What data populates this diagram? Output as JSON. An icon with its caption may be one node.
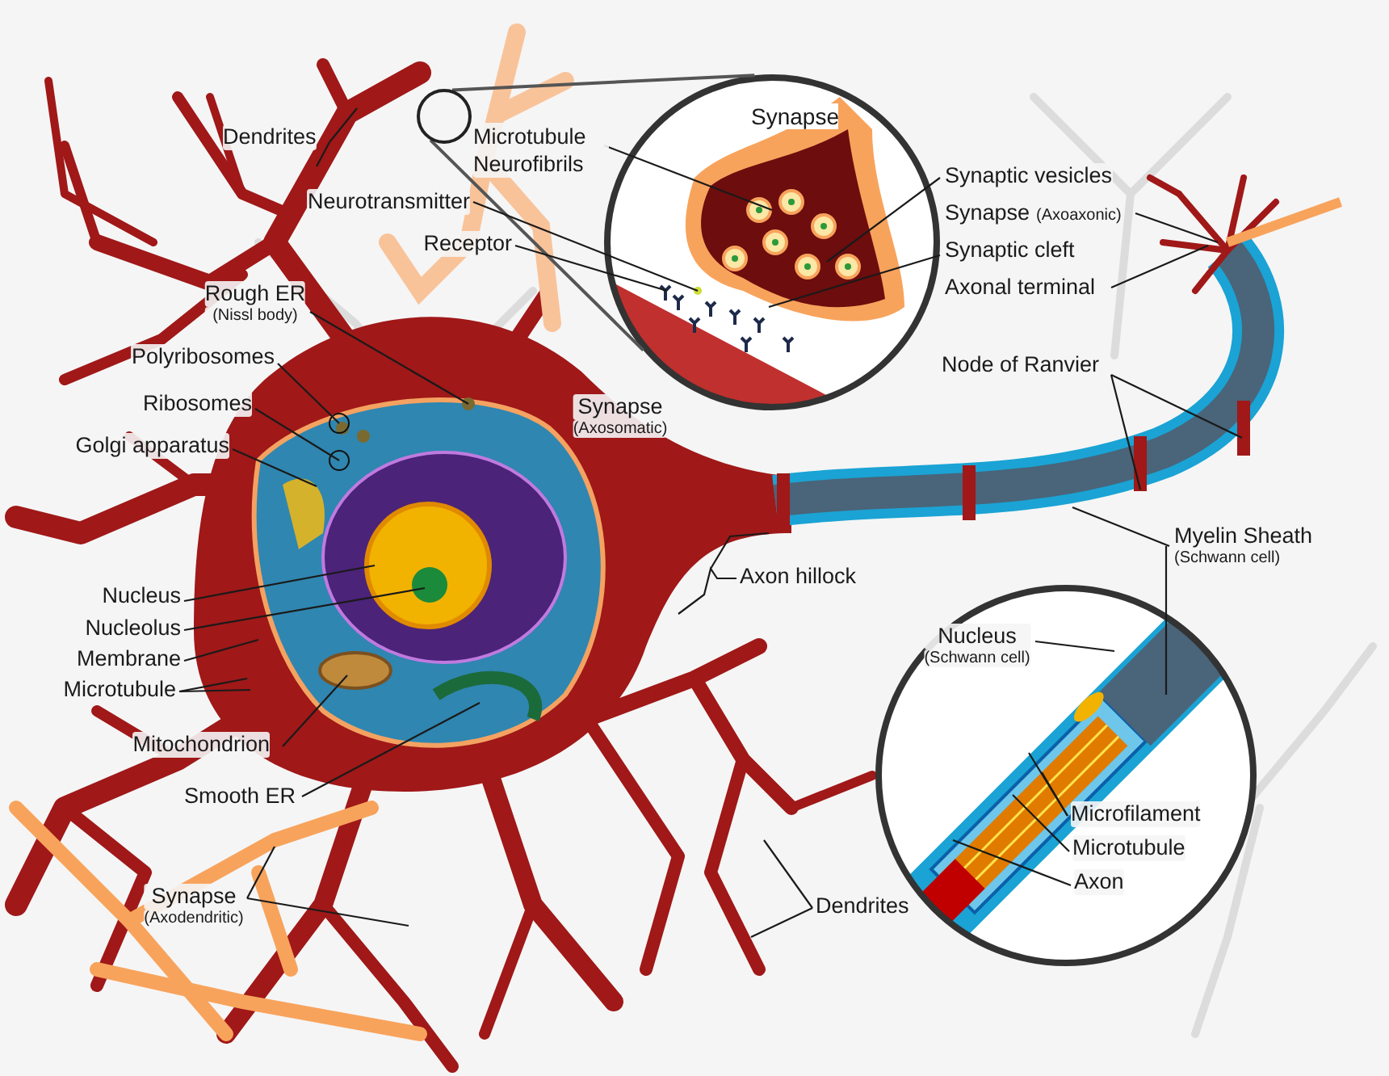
{
  "diagram": {
    "nodes": [
      {
        "text": [],
        "shape": "circle"
      },
      {
        "text": [
          "Dendrites"
        ]
      },
      {
        "text": [
          "Microtubule Neurofibrils"
        ]
      },
      {
        "text": [
          "Neurotransmitter"
        ]
      },
      {
        "text": [
          "Receptor"
        ]
      },
      {
        "text": [
          "Synaptic vesicles"
        ]
      },
      {
        "text": [
          "Synapse",
          "(Axoaxonic)"
        ]
      },
      {
        "text": [
          "Synaptic cleft"
        ]
      },
      {
        "text": [
          "Axonal terminal"
        ]
      },
      {
        "text": [
          "Rough ER",
          "(Nissl body)"
        ]
      },
      {
        "text": [
          "Polyribosomes"
        ]
      },
      {
        "text": [
          "Ribosomes"
        ]
      },
      {
        "text": [
          "Golgi apparatus"
        ]
      },
      {
        "text": [
          "Node of Ranvier"
        ]
      },
      {
        "text": [
          "Myelin Sheath",
          "(Schwann cell)"
        ]
      },
      {
        "text": [
          "Axon hillock"
        ]
      },
      {
        "text": [
          "Nucleus"
        ]
      },
      {
        "text": [
          "Nucleolus"
        ]
      },
      {
        "text": [
          "Membrane"
        ]
      },
      {
        "text": [
          "Microtubule"
        ]
      },
      {
        "text": [
          "Mitochondrion"
        ]
      },
      {
        "text": [
          "Smooth ER"
        ]
      },
      {
        "text": [
          "Nucleus",
          "(Schwann cell)"
        ]
      },
      {
        "text": [
          "Microfilament"
        ]
      },
      {
        "text": [
          "Microtubule"
        ]
      },
      {
        "text": [
          "Axon"
        ]
      },
      {
        "text": [
          "Synapse",
          "(Axodendritic)"
        ]
      },
      {
        "text": [
          "Dendrites"
        ]
      },
      {
        "text": [
          "Synapse",
          "(Axosomatic)"
        ]
      },
      {
        "text": [],
        "shape": "picture"
      }
    ],
    "edges": [
      {
        "from": 0,
        "to": 29,
        "arrow": "none"
      },
      {
        "from": 0,
        "to": 29,
        "arrow": "none"
      },
      {
        "from": 1,
        "to": null,
        "arrow": "none"
      },
      {
        "from": 1,
        "to": null,
        "arrow": "none"
      },
      {
        "from": 2,
        "to": 29,
        "arrow": "none"
      },
      {
        "from": 3,
        "to": 29,
        "arrow": "none"
      },
      {
        "from": 4,
        "to": 29,
        "arrow": "none"
      },
      {
        "from": 5,
        "to": 29,
        "arrow": "none"
      },
      {
        "from": 6,
        "to": null,
        "arrow": "none"
      },
      {
        "from": 7,
        "to": 29,
        "arrow": "none"
      },
      {
        "from": 8,
        "to": null,
        "arrow": "none"
      },
      {
        "from": 9,
        "to": null,
        "arrow": "none"
      },
      {
        "from": 10,
        "to": null,
        "arrow": "none"
      },
      {
        "from": 11,
        "to": null,
        "arrow": "none"
      },
      {
        "from": 12,
        "to": null,
        "arrow": "none"
      },
      {
        "from": 13,
        "to": null,
        "arrow": "none"
      },
      {
        "from": 13,
        "to": null,
        "arrow": "none"
      },
      {
        "from": 14,
        "to": null,
        "arrow": "none"
      },
      {
        "from": 15,
        "to": null,
        "arrow": "none"
      },
      {
        "from": 16,
        "to": null,
        "arrow": "none"
      },
      {
        "from": 17,
        "to": null,
        "arrow": "none"
      },
      {
        "from": 18,
        "to": null,
        "arrow": "none"
      },
      {
        "from": 19,
        "to": null,
        "arrow": "none"
      },
      {
        "from": 19,
        "to": null,
        "arrow": "none"
      },
      {
        "from": 20,
        "to": null,
        "arrow": "none"
      },
      {
        "from": 21,
        "to": null,
        "arrow": "none"
      },
      {
        "from": 22,
        "to": null,
        "arrow": "none"
      },
      {
        "from": 23,
        "to": null,
        "arrow": "none"
      },
      {
        "from": 23,
        "to": null,
        "arrow": "none"
      },
      {
        "from": 24,
        "to": null,
        "arrow": "none"
      },
      {
        "from": 25,
        "to": null,
        "arrow": "none"
      },
      {
        "from": 26,
        "to": null,
        "arrow": "none"
      },
      {
        "from": 26,
        "to": null,
        "arrow": "none"
      },
      {
        "from": 27,
        "to": null,
        "arrow": "none"
      },
      {
        "from": 27,
        "to": null,
        "arrow": "none"
      }
    ],
    "labels": [
      "Synapse"
    ]
  }
}
